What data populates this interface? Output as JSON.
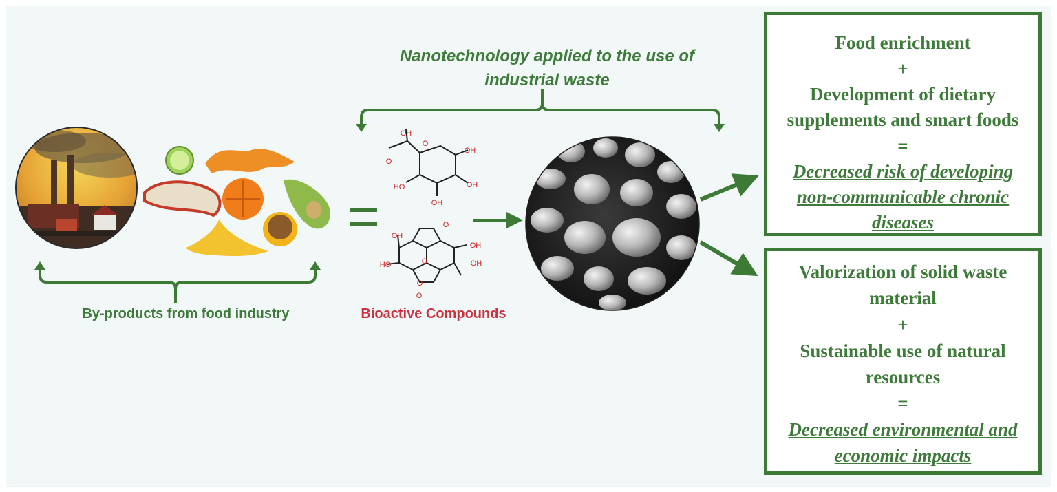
{
  "title_lines": [
    "Nanotechnology applied to the use of",
    "industrial waste"
  ],
  "labels": {
    "byproducts": "By-products from food industry",
    "bioactive": "Bioactive Compounds"
  },
  "molecule_labels": {
    "glucuronic": [
      "OH",
      "O",
      "O",
      "OH",
      "HO",
      "OH",
      "OH"
    ],
    "ellagic": [
      "OH",
      "O",
      "HO",
      "OH",
      "O",
      "OH",
      "O",
      "O"
    ]
  },
  "boxes": [
    {
      "lines": [
        {
          "text": "Food enrichment",
          "emphasis": false
        },
        {
          "text": "+",
          "emphasis": false
        },
        {
          "text": "Development of dietary",
          "emphasis": false
        },
        {
          "text": "supplements and smart foods",
          "emphasis": false
        },
        {
          "text": "=",
          "emphasis": false
        },
        {
          "text": "Decreased risk of developing",
          "emphasis": true
        },
        {
          "text": "non-communicable chronic",
          "emphasis": true
        },
        {
          "text": "diseases",
          "emphasis": true
        }
      ]
    },
    {
      "lines": [
        {
          "text": "Valorization of solid waste",
          "emphasis": false
        },
        {
          "text": "material",
          "emphasis": false
        },
        {
          "text": "+",
          "emphasis": false
        },
        {
          "text": "Sustainable use of natural",
          "emphasis": false
        },
        {
          "text": "resources",
          "emphasis": false
        },
        {
          "text": "=",
          "emphasis": false
        },
        {
          "text": "Decreased environmental and",
          "emphasis": true
        },
        {
          "text": "economic impacts",
          "emphasis": true
        }
      ]
    }
  ],
  "colors": {
    "arrow_green": "#3d7a35",
    "text_green": "#3e7a3a",
    "bioactive_red": "#c9323e",
    "panel_bg": "#f2f8f8"
  }
}
